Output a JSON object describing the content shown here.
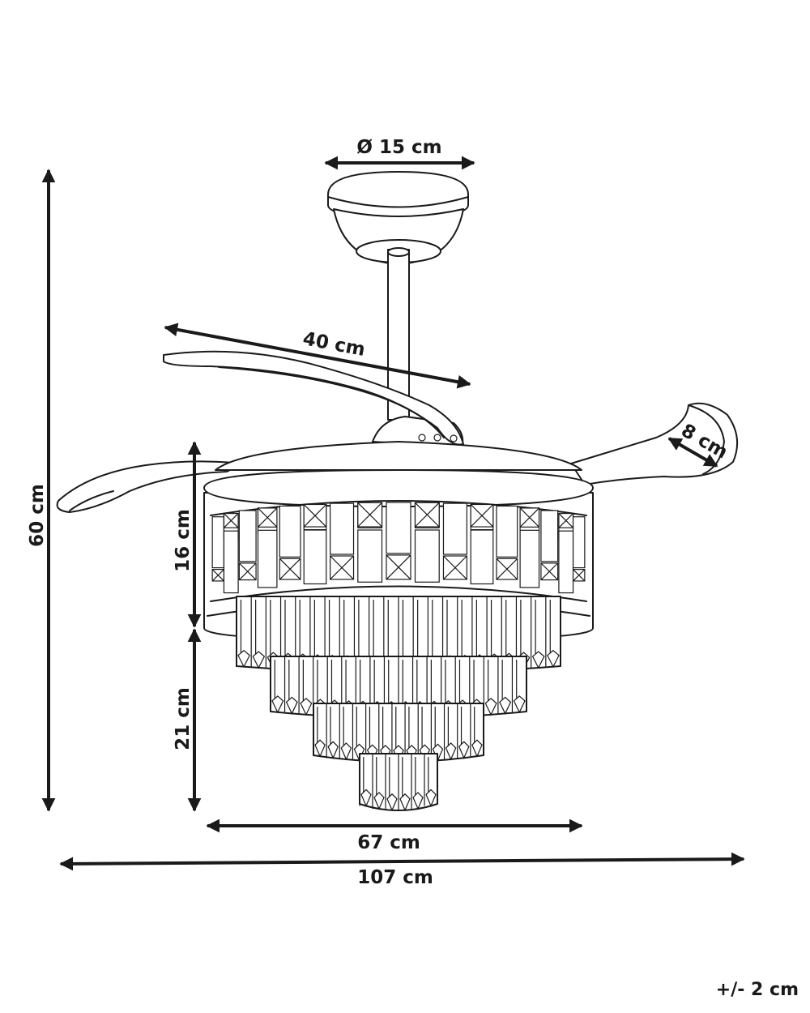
{
  "dimensions": {
    "canopy_diameter": "Ø 15 cm",
    "blade_length": "40 cm",
    "blade_width": "8 cm",
    "total_height": "60 cm",
    "drum_height": "16 cm",
    "crystal_height": "21 cm",
    "drum_diameter": "67 cm",
    "total_span": "107 cm"
  },
  "tolerance": "+/- 2 cm",
  "colors": {
    "line": "#1a1a1a",
    "background": "#ffffff"
  }
}
